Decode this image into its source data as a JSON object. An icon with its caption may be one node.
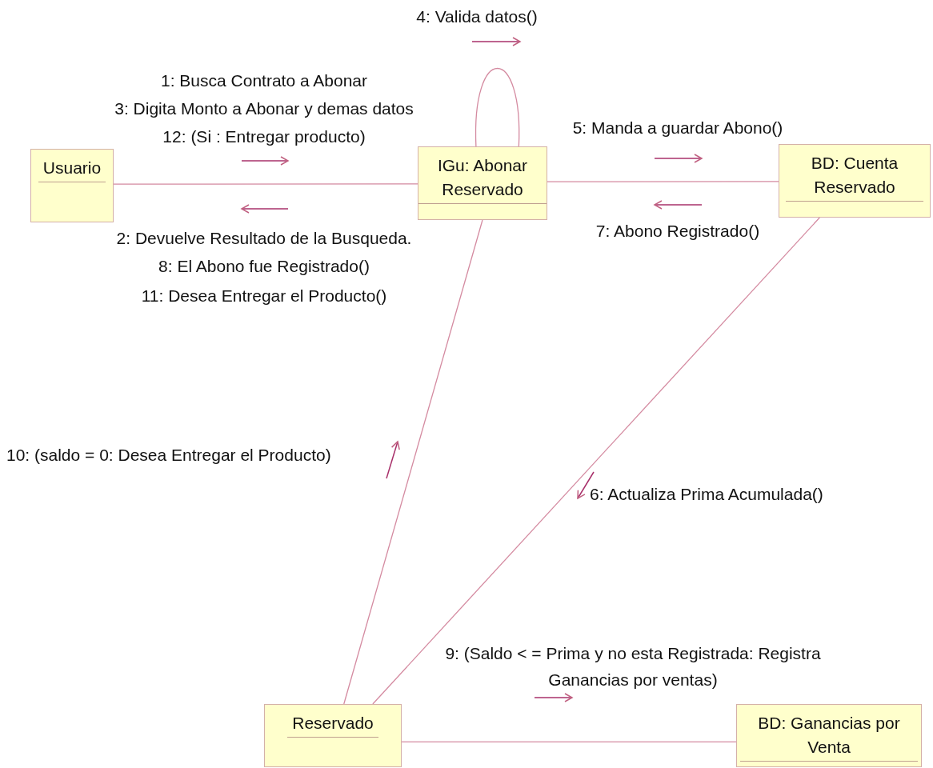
{
  "diagram": {
    "nodes": [
      {
        "text": [
          "Usuario"
        ]
      },
      {
        "text": [
          "IGu: Abonar Reservado"
        ]
      },
      {
        "text": [
          "BD: Cuenta Reservado"
        ]
      },
      {
        "text": [
          "Reservado"
        ]
      },
      {
        "text": [
          "BD: Ganancias por Venta"
        ]
      }
    ],
    "edges": [
      {
        "from": 0,
        "to": 1,
        "arrow": "none"
      },
      {
        "from": 1,
        "to": 1,
        "arrow": "none"
      },
      {
        "from": 1,
        "to": 2,
        "arrow": "none"
      },
      {
        "from": 1,
        "to": 3,
        "arrow": "none"
      },
      {
        "from": 2,
        "to": 3,
        "arrow": "none"
      },
      {
        "from": 3,
        "to": 4,
        "arrow": "none"
      }
    ],
    "labels": [
      "4: Valida datos()",
      "1: Busca Contrato a Abonar",
      "3: Digita Monto a Abonar y demas datos",
      "12: (Si : Entregar producto)",
      "5: Manda a guardar  Abono()",
      "2:  Devuelve Resultado de la Busqueda.",
      "7:  Abono Registrado()",
      "8:  El Abono fue Registrado()",
      "11: Desea Entregar el Producto()",
      "10: (saldo = 0: Desea Entregar el Producto)",
      "6:  Actualiza Prima Acumulada()",
      "9: (Saldo < = Prima y no esta Registrada: Registra Ganancias por ventas)"
    ]
  }
}
